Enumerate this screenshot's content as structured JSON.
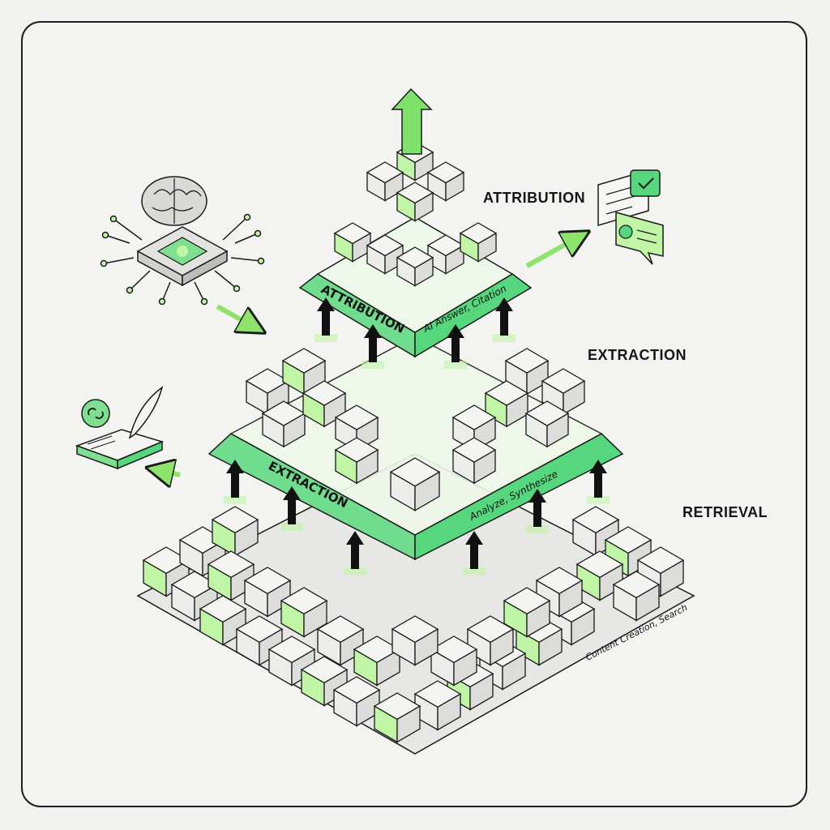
{
  "layers": {
    "attribution": {
      "side_label": "ATTRIBUTION",
      "band_label": "ATTRIBUTION",
      "band_sub": "AI Answer, Citation"
    },
    "extraction": {
      "side_label": "EXTRACTION",
      "band_label": "EXTRACTION",
      "band_sub": "Analyze, Synthesize"
    },
    "retrieval": {
      "side_label": "RETRIEVAL",
      "base_sub": "Content Creation, Search"
    }
  },
  "colors": {
    "accent": "#56d67d",
    "accent_light": "#bff5a5",
    "cube_face": "#f4f4f2",
    "cube_side": "#dcdcda",
    "outline": "#1a1a1a"
  },
  "icons": [
    "brain-chip-icon",
    "chat-check-icon",
    "book-quill-icon",
    "link-icon",
    "gear-icon",
    "funnel-icon",
    "search-icon",
    "database-icon",
    "server-icon",
    "up-arrow-icon"
  ]
}
